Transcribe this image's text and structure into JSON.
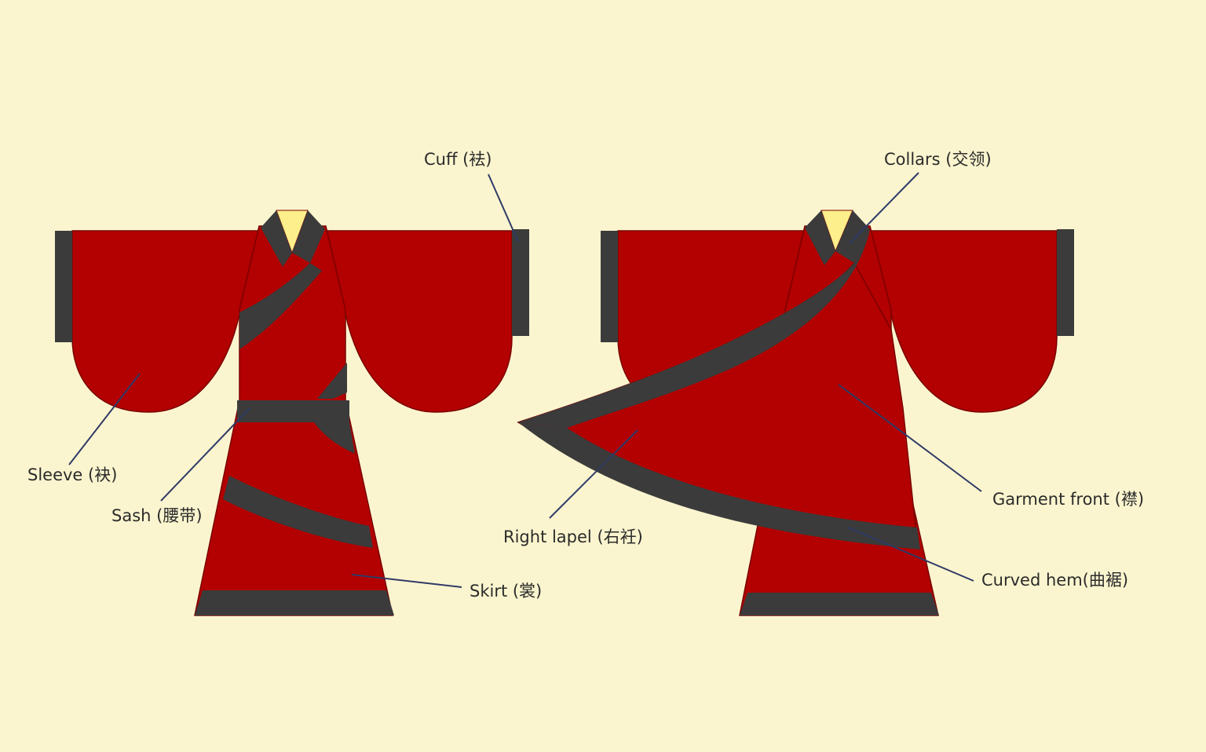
{
  "colors": {
    "background": "#fbf5cf",
    "fabric": "#b30000",
    "trim": "#3b3b3b",
    "inner_collar": "#fdf08c",
    "outline": "#7a0000",
    "leader": "#2f3a66"
  },
  "labels": {
    "cuff": "Cuff (袪)",
    "sleeve": "Sleeve (袂)",
    "sash": "Sash (腰带)",
    "skirt": "Skirt (裳)",
    "collars": "Collars (交领)",
    "right_lapel": "Right lapel (右衽)",
    "garment_front": "Garment front (襟)",
    "curved_hem": "Curved hem(曲裾)"
  }
}
